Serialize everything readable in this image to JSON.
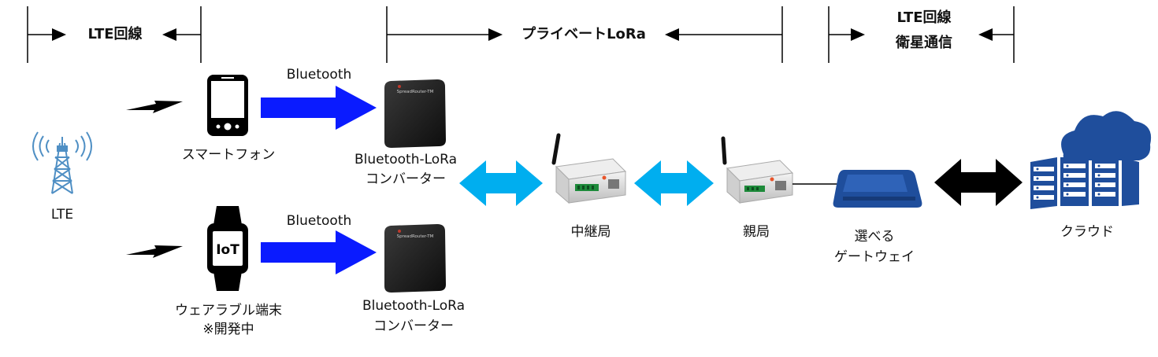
{
  "headers": {
    "lte_left": "LTE回線",
    "private_lora": "プライベートLoRa",
    "lte_sat_line1": "LTE回線",
    "lte_sat_line2": "衛星通信"
  },
  "labels": {
    "lte": "LTE",
    "bluetooth_top": "Bluetooth",
    "bluetooth_bottom": "Bluetooth",
    "smartphone": "スマートフォン",
    "wearable_line1": "ウェアラブル端末",
    "wearable_line2": "※開発中",
    "converter_top_line1": "Bluetooth-LoRa",
    "converter_top_line2": "コンバーター",
    "converter_bottom_line1": "Bluetooth-LoRa",
    "converter_bottom_line2": "コンバーター",
    "relay": "中継局",
    "parent": "親局",
    "gateway_line1": "選べる",
    "gateway_line2": "ゲートウェイ",
    "cloud": "クラウド",
    "watch_screen": "IoT",
    "converter_brand": "SpreadRouter-TM"
  },
  "colors": {
    "bluetooth_arrow": "#0a1bff",
    "lora_arrow": "#00aeef",
    "cloud_arrow": "#000000",
    "cloud_blue": "#1f4e9c",
    "tower_blue": "#4f8fc4"
  }
}
